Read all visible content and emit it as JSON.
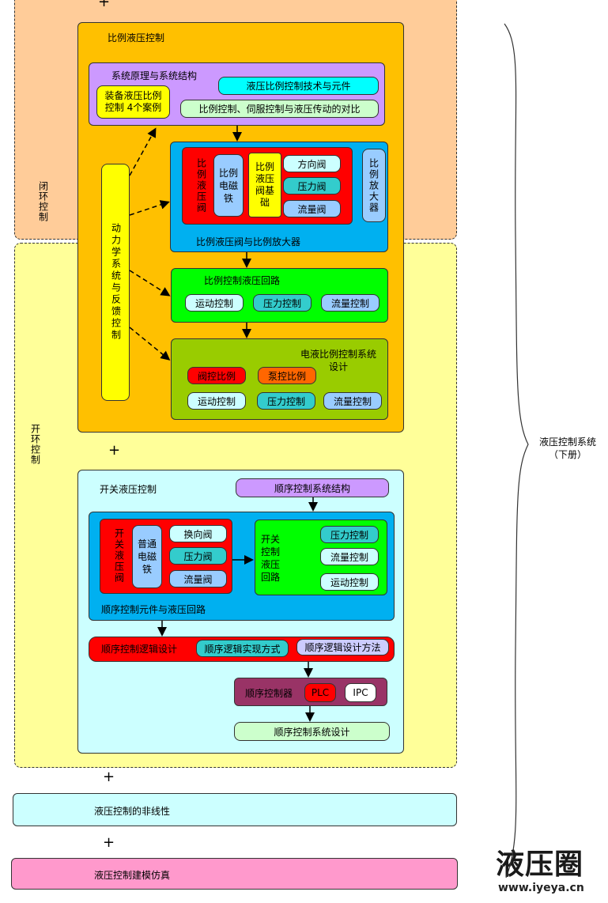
{
  "regions": {
    "closed_loop": "闭环控制",
    "open_loop": "开环控制"
  },
  "plus_signs": [
    "+",
    "+",
    "+",
    "+"
  ],
  "right_brace_label": "液压控制系统（下册）",
  "right_brace_line1": "液压控制系统",
  "right_brace_line2": "（下册）",
  "proportional": {
    "title": "比例液压控制",
    "principle": {
      "title": "系统原理与系统结构",
      "cases": "装备液压比例控制 4个案例",
      "cases_line1": "装备液压比例",
      "cases_line2": "控制 4个案例",
      "tech": "液压比例控制技术与元件",
      "compare": "比例控制、伺服控制与液压传动的对比"
    },
    "dynamics": "动力学系统与反馈控制",
    "valve_amp": {
      "caption": "比例液压阀与比例放大器",
      "valve": "比例液压阀",
      "solenoid": "比例电磁铁",
      "valve_basics": "比例液压阀基础",
      "direction": "方向阀",
      "pressure": "压力阀",
      "flow": "流量阀",
      "amplifier": "比例放大器"
    },
    "circuit": {
      "title": "比例控制液压回路",
      "motion": "运动控制",
      "pressure": "压力控制",
      "flow": "流量控制"
    },
    "electro": {
      "title": "电液比例控制系统设计",
      "title_line1": "电液比例控制系统",
      "title_line2": "设计",
      "valve_ctrl": "阀控比例",
      "pump_ctrl": "泵控比例",
      "motion": "运动控制",
      "pressure": "压力控制",
      "flow": "流量控制"
    }
  },
  "switching": {
    "title": "开关液压控制",
    "seq_structure": "顺序控制系统结构",
    "components": {
      "caption": "顺序控制元件与液压回路",
      "valve": "开关液压阀",
      "solenoid": "普通电磁铁",
      "reversing": "换向阀",
      "pressure": "压力阀",
      "flow": "流量阀",
      "circuit": "开关控制液压回路",
      "circuit_lines": [
        "开关",
        "控制",
        "液压",
        "回路"
      ],
      "pressure_ctrl": "压力控制",
      "flow_ctrl": "流量控制",
      "motion_ctrl": "运动控制"
    },
    "logic": {
      "title": "顺序控制逻辑设计",
      "impl": "顺序逻辑实现方式",
      "method": "顺序逻辑设计方法"
    },
    "controller": {
      "title": "顺序控制器",
      "plc": "PLC",
      "ipc": "IPC"
    },
    "system_design": "顺序控制系统设计"
  },
  "nonlinear": "液压控制的非线性",
  "modeling": "液压控制建模仿真",
  "watermark": {
    "brand": "液压圈",
    "url": "www.iyeya.cn"
  },
  "colors": {
    "closed_loop_bg": "#FFCC99",
    "open_loop_bg": "#FFFF99",
    "proportional_bg": "#FFC000",
    "lavender": "#CC99FF",
    "cyan_block": "#00B0F0",
    "green": "#00FF00",
    "olive": "#99CC00",
    "red": "#FF0000",
    "teal": "#33CCCC",
    "light_blue": "#99CCFF",
    "yellow": "#FFFF00",
    "light_cyan": "#CCFFFF",
    "pink": "#FF99CC",
    "plum": "#993366",
    "light_green": "#CCFFCC",
    "orange": "#FF6600"
  }
}
